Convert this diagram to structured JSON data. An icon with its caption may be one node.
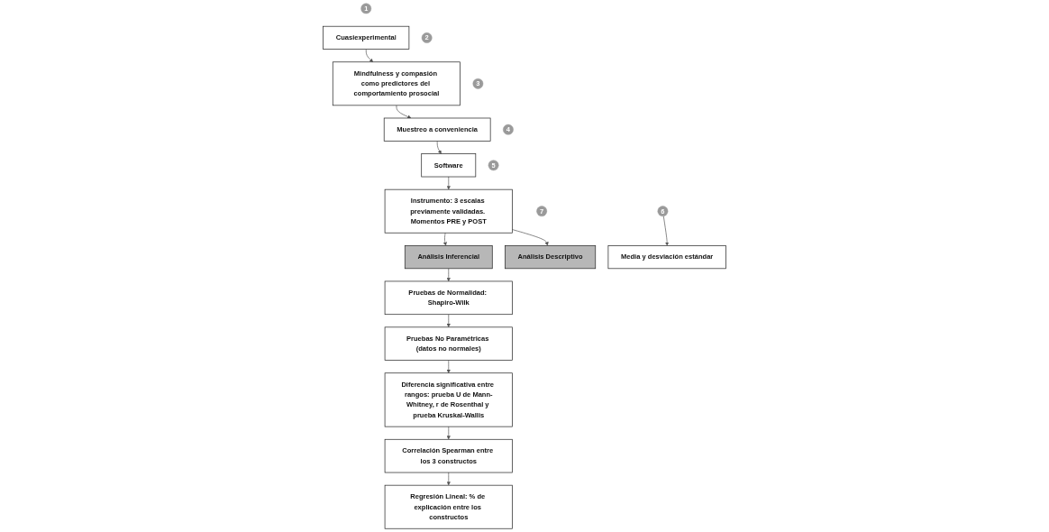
{
  "diagram": {
    "nodes": [
      {
        "text": [
          "1"
        ]
      },
      {
        "text": [
          "Cuasiexperimental"
        ]
      },
      {
        "text": [
          "2"
        ]
      },
      {
        "text": [
          "Mindfulness y compasión como predictores del comportamiento prosocial"
        ]
      },
      {
        "text": [
          "3"
        ]
      },
      {
        "text": [
          "Muestreo a conveniencia"
        ]
      },
      {
        "text": [
          "4"
        ]
      },
      {
        "text": [
          "Software"
        ]
      },
      {
        "text": [
          "5"
        ]
      },
      {
        "text": [
          "Instrumento: 3 escalas previamente validadas. Momentos PRE y POST"
        ]
      },
      {
        "text": [
          "Diferencia significativa entre rangos: prueba U de Mann-Whitney, r de Rosenthal y prueba Kruskal-Wallis"
        ]
      },
      {
        "text": [
          "Correlación Spearman entre los 3 constructos"
        ]
      },
      {
        "text": [
          "Pruebas No Paramétricas (datos no normales)"
        ]
      },
      {
        "text": [
          "Regresión Lineal: % de explicación entre los constructos"
        ]
      },
      {
        "text": [
          "Pruebas de Normalidad: Shapiro-Wilk"
        ]
      },
      {
        "text": [
          "Análisis Inferencial"
        ]
      },
      {
        "text": [
          "7"
        ]
      },
      {
        "text": [
          "Análisis Descriptivo"
        ]
      },
      {
        "text": [
          "6"
        ]
      },
      {
        "text": [
          "Media y desviación estándar"
        ]
      }
    ],
    "edges": [
      {
        "from": 1,
        "to": 3,
        "arrow": "to"
      },
      {
        "from": 3,
        "to": 5,
        "arrow": "to"
      },
      {
        "from": 5,
        "to": 7,
        "arrow": "to"
      },
      {
        "from": 7,
        "to": 9,
        "arrow": "to"
      },
      {
        "from": 9,
        "to": 15,
        "arrow": "to"
      },
      {
        "from": 9,
        "to": 17,
        "arrow": "to"
      },
      {
        "from": 15,
        "to": 14,
        "arrow": "to"
      },
      {
        "from": 14,
        "to": 12,
        "arrow": "to"
      },
      {
        "from": 12,
        "to": 10,
        "arrow": "to"
      },
      {
        "from": 10,
        "to": 11,
        "arrow": "to"
      },
      {
        "from": 11,
        "to": 13,
        "arrow": "to"
      },
      {
        "from": 18,
        "to": 19,
        "arrow": "to"
      }
    ]
  }
}
